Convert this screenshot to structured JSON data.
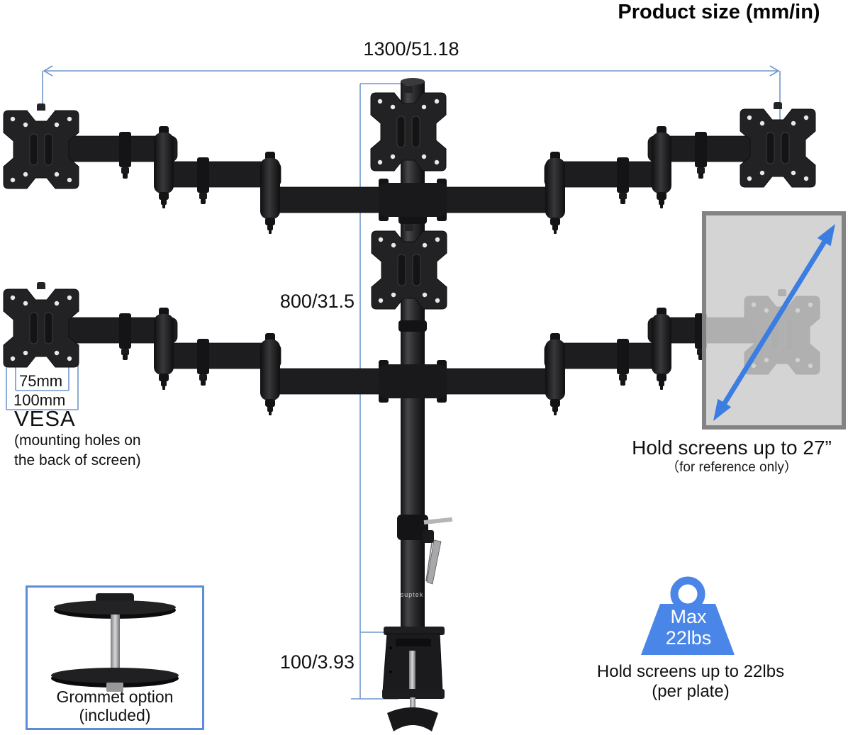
{
  "title": "Product size (mm/in)",
  "dimensions": {
    "width_mm_in": "1300/51.18",
    "height_mm_in": "800/31.5",
    "clamp_mm_in": "100/3.93"
  },
  "vesa": {
    "pattern_small": "75mm",
    "pattern_large": "100mm",
    "heading": "VESA",
    "note_line1": "(mounting holes on",
    "note_line2": "the back of screen)"
  },
  "screen_size": {
    "headline": "Hold screens up to 27”",
    "note": "（for reference only）"
  },
  "weight_capacity": {
    "badge_line1": "Max",
    "badge_line2": "22lbs",
    "caption_line1": "Hold screens up to 22lbs",
    "caption_line2": "(per plate)"
  },
  "grommet": {
    "caption_line1": "Grommet option",
    "caption_line2": "(included)"
  },
  "brand": "suptek",
  "icons": {
    "weight_badge": "kettlebell-weight-icon",
    "screen_diagonal": "diagonal-double-arrow-icon",
    "width_dimension": "horizontal-dimension-arrow-icon"
  },
  "colors": {
    "dimension_blue": "#7097c8",
    "arrow_blue": "#3b7de0",
    "badge_blue": "#4a86e8",
    "grommet_border_blue": "#5b8dd9",
    "product_black": "#1d1d1f",
    "screen_gray": "#cccccc",
    "screen_border_gray": "#7e7e7e"
  }
}
